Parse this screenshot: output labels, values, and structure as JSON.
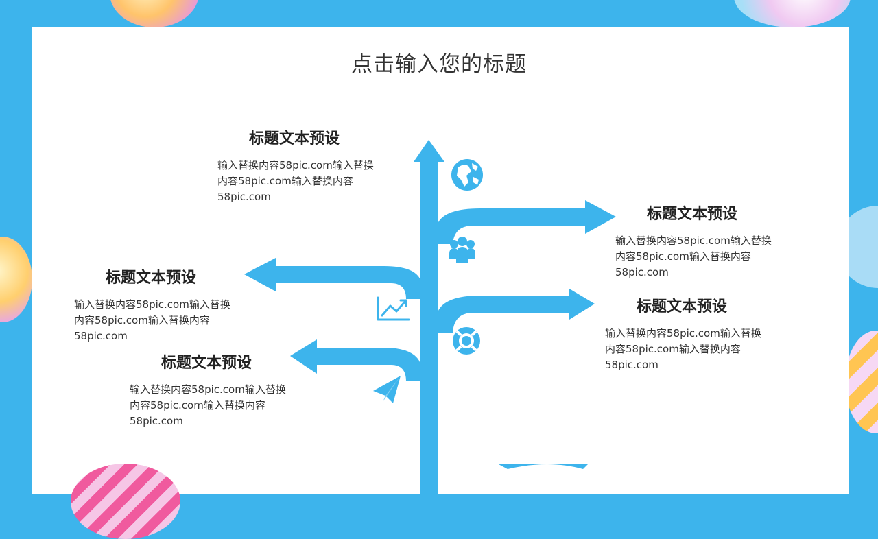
{
  "slide": {
    "title": "点击输入您的标题",
    "accent_color": "#3db4ec"
  },
  "items": [
    {
      "heading": "标题文本预设",
      "text": "输入替换内容58pic.com输入替换内容58pic.com输入替换内容58pic.com",
      "icon": "globe-icon"
    },
    {
      "heading": "标题文本预设",
      "text": "输入替换内容58pic.com输入替换内容58pic.com输入替换内容58pic.com",
      "icon": "team-icon"
    },
    {
      "heading": "标题文本预设",
      "text": "输入替换内容58pic.com输入替换内容58pic.com输入替换内容58pic.com",
      "icon": "growth-chart-icon"
    },
    {
      "heading": "标题文本预设",
      "text": "输入替换内容58pic.com输入替换内容58pic.com输入替换内容58pic.com",
      "icon": "lifebuoy-icon"
    },
    {
      "heading": "标题文本预设",
      "text": "输入替换内容58pic.com输入替换内容58pic.com输入替换内容58pic.com",
      "icon": "paper-plane-icon"
    }
  ]
}
